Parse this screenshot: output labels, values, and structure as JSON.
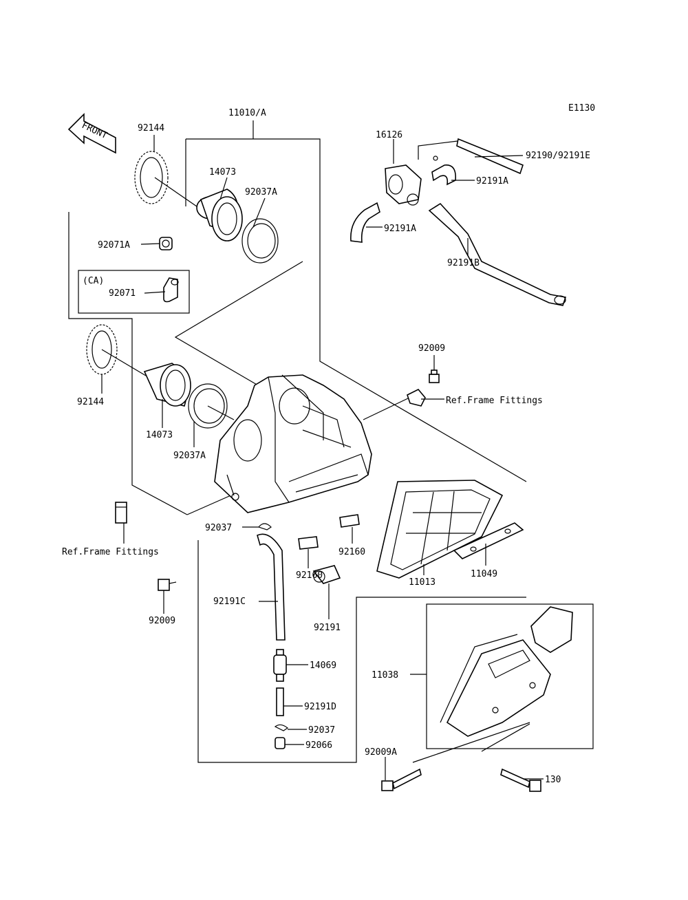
{
  "diagram": {
    "code": "E1130",
    "front_label": "FRONT",
    "labels": {
      "l11010": "11010/A",
      "l92144_top": "92144",
      "l14073_top": "14073",
      "l92037a_top": "92037A",
      "l92071a": "92071A",
      "ca": "(CA)",
      "l92071": "92071",
      "l92144_bottom": "92144",
      "l14073_bottom": "14073",
      "l92037a_bottom": "92037A",
      "l16126": "16126",
      "l92190": "92190/92191E",
      "l92191a_right": "92191A",
      "l92191a_left": "92191A",
      "l92191b": "92191B",
      "l92009_top": "92009",
      "ref_frame_right": "Ref.Frame Fittings",
      "ref_frame_left": "Ref.Frame Fittings",
      "l92037": "92037",
      "l92160_a": "92160",
      "l92160_b": "92160",
      "l11013": "11013",
      "l11049": "11049",
      "l92009_left": "92009",
      "l92191c": "92191C",
      "l92191": "92191",
      "l14069": "14069",
      "l92191d": "92191D",
      "l92037_low": "92037",
      "l92066": "92066",
      "l11038": "11038",
      "l92009a": "92009A",
      "l130": "130"
    }
  }
}
